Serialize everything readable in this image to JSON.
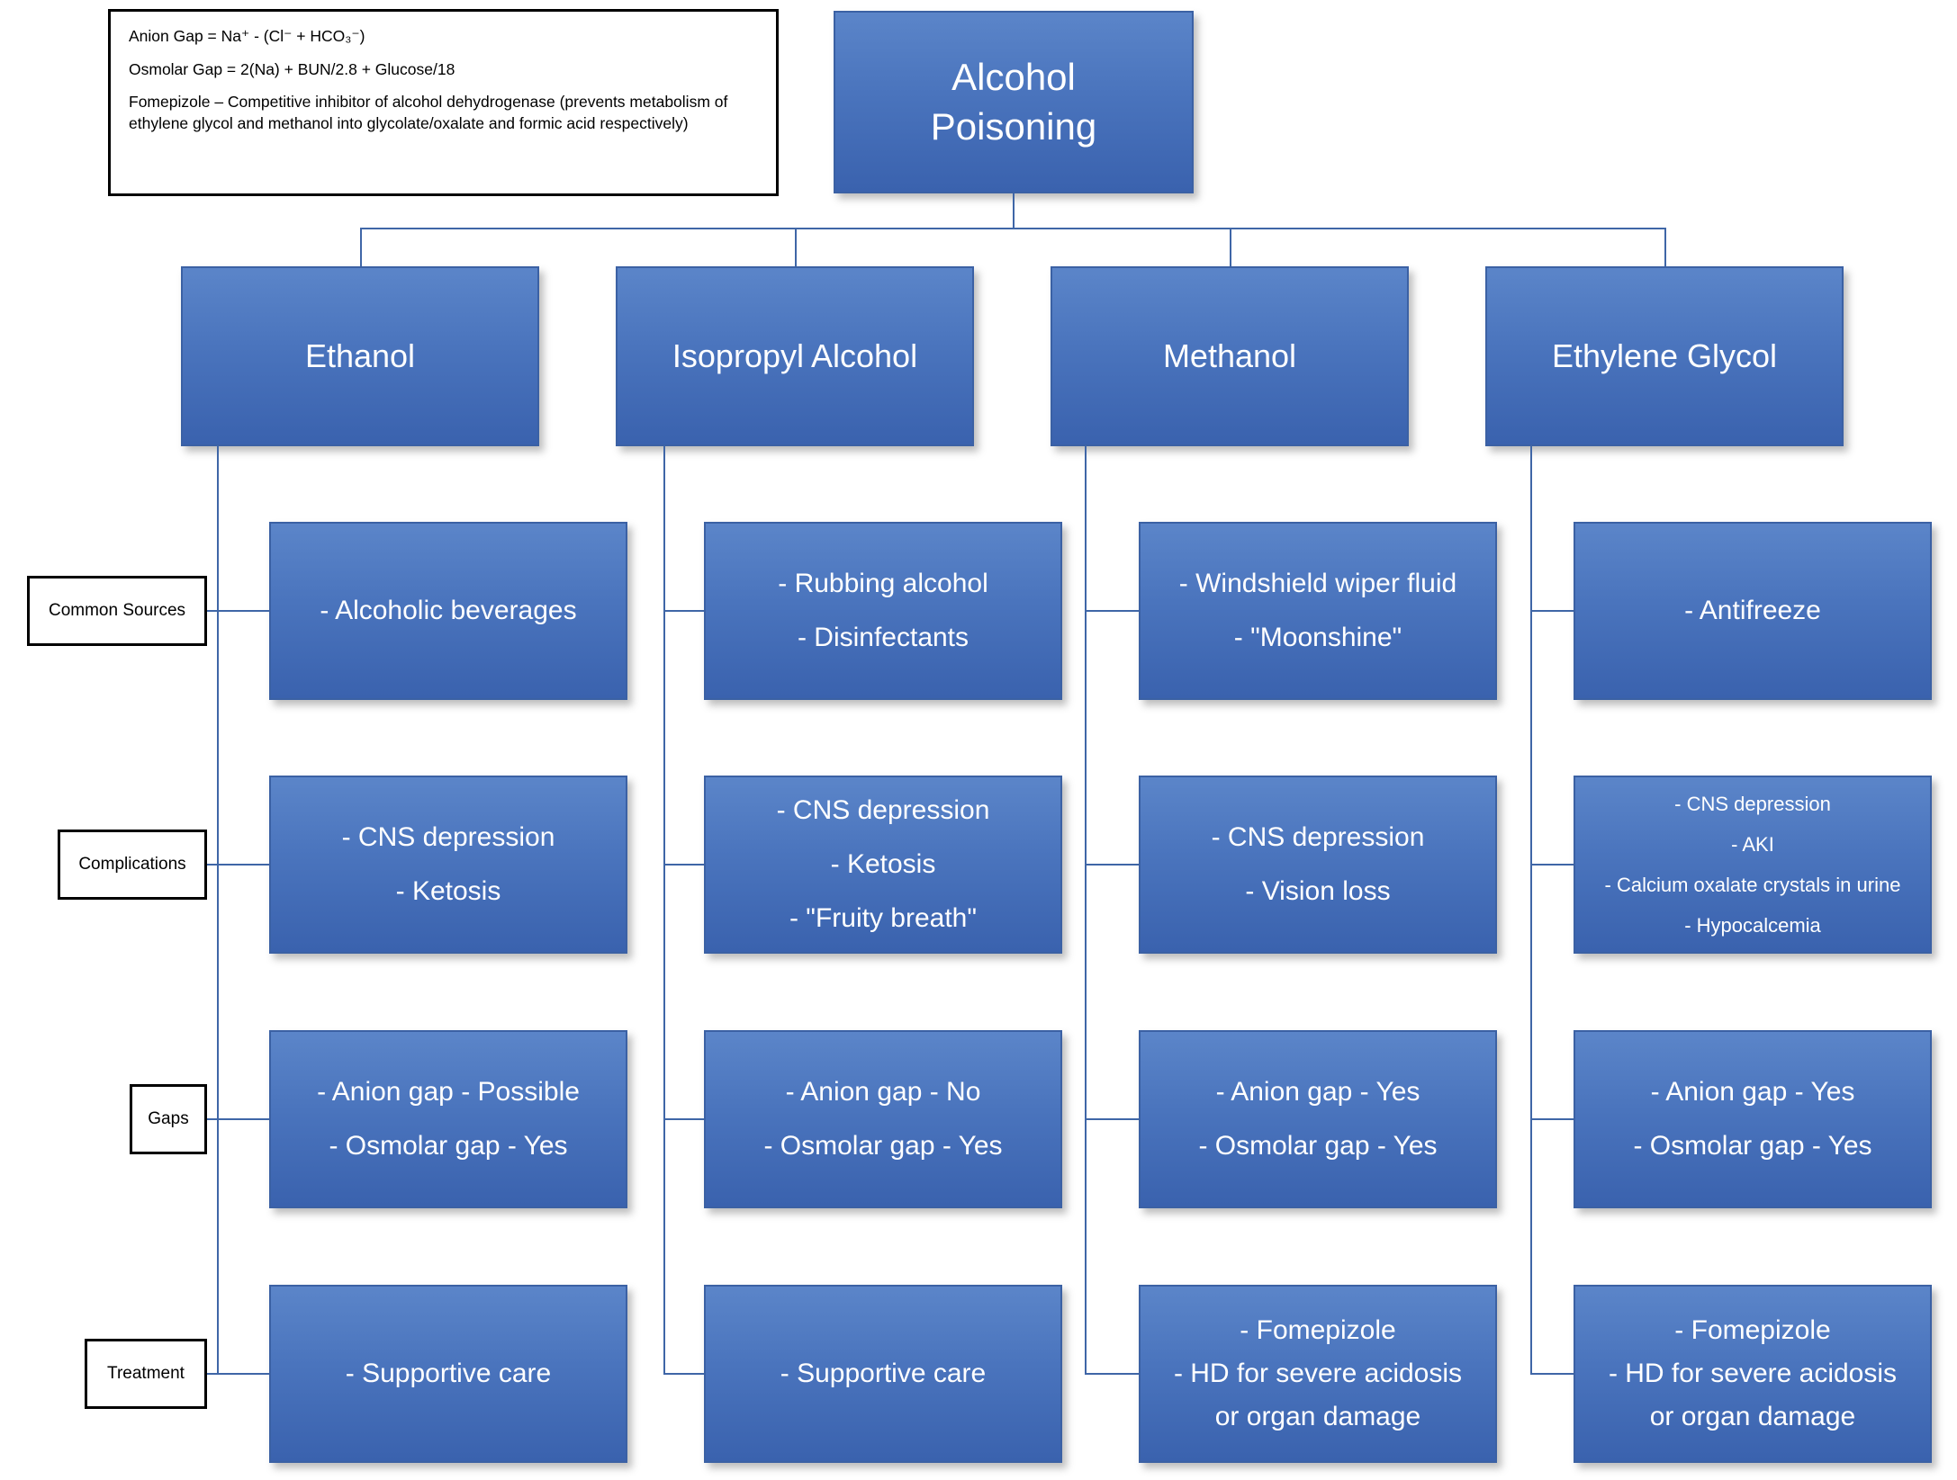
{
  "note": {
    "lines": [
      "Anion Gap = Na⁺ - (Cl⁻ + HCO₃⁻)",
      "Osmolar Gap = 2(Na) + BUN/2.8 + Glucose/18",
      "Fomepizole – Competitive inhibitor of alcohol dehydrogenase (prevents metabolism of ethylene glycol and methanol into glycolate/oxalate and formic acid respectively)"
    ]
  },
  "title_lines": [
    "Alcohol",
    "Poisoning"
  ],
  "row_labels": [
    "Common Sources",
    "Complications",
    "Gaps",
    "Treatment"
  ],
  "columns": [
    {
      "title": "Ethanol",
      "rows": [
        [
          "- Alcoholic beverages"
        ],
        [
          "- CNS depression",
          "- Ketosis"
        ],
        [
          "- Anion gap - Possible",
          "- Osmolar gap - Yes"
        ],
        [
          "- Supportive care"
        ]
      ]
    },
    {
      "title": "Isopropyl Alcohol",
      "rows": [
        [
          "- Rubbing alcohol",
          "- Disinfectants"
        ],
        [
          "- CNS depression",
          "- Ketosis",
          "- \"Fruity breath\""
        ],
        [
          "- Anion gap - No",
          "- Osmolar gap - Yes"
        ],
        [
          "- Supportive care"
        ]
      ]
    },
    {
      "title": "Methanol",
      "rows": [
        [
          "- Windshield wiper fluid",
          "- \"Moonshine\""
        ],
        [
          "- CNS depression",
          "- Vision loss"
        ],
        [
          "- Anion gap - Yes",
          "- Osmolar gap - Yes"
        ],
        [
          "- Fomepizole",
          "- HD for severe acidosis or organ damage"
        ]
      ]
    },
    {
      "title": "Ethylene Glycol",
      "rows": [
        [
          "- Antifreeze"
        ],
        [
          "- CNS depression",
          "- AKI",
          "- Calcium oxalate crystals in urine",
          "- Hypocalcemia"
        ],
        [
          "- Anion gap - Yes",
          "- Osmolar gap - Yes"
        ],
        [
          "- Fomepizole",
          "- HD for severe acidosis or organ damage"
        ]
      ]
    }
  ],
  "colors": {
    "box_gradient_top": "#5b85c9",
    "box_gradient_bottom": "#3a62ae",
    "connector_line": "#3f66a7",
    "text_on_blue": "#ffffff",
    "outline_black": "#000000"
  }
}
